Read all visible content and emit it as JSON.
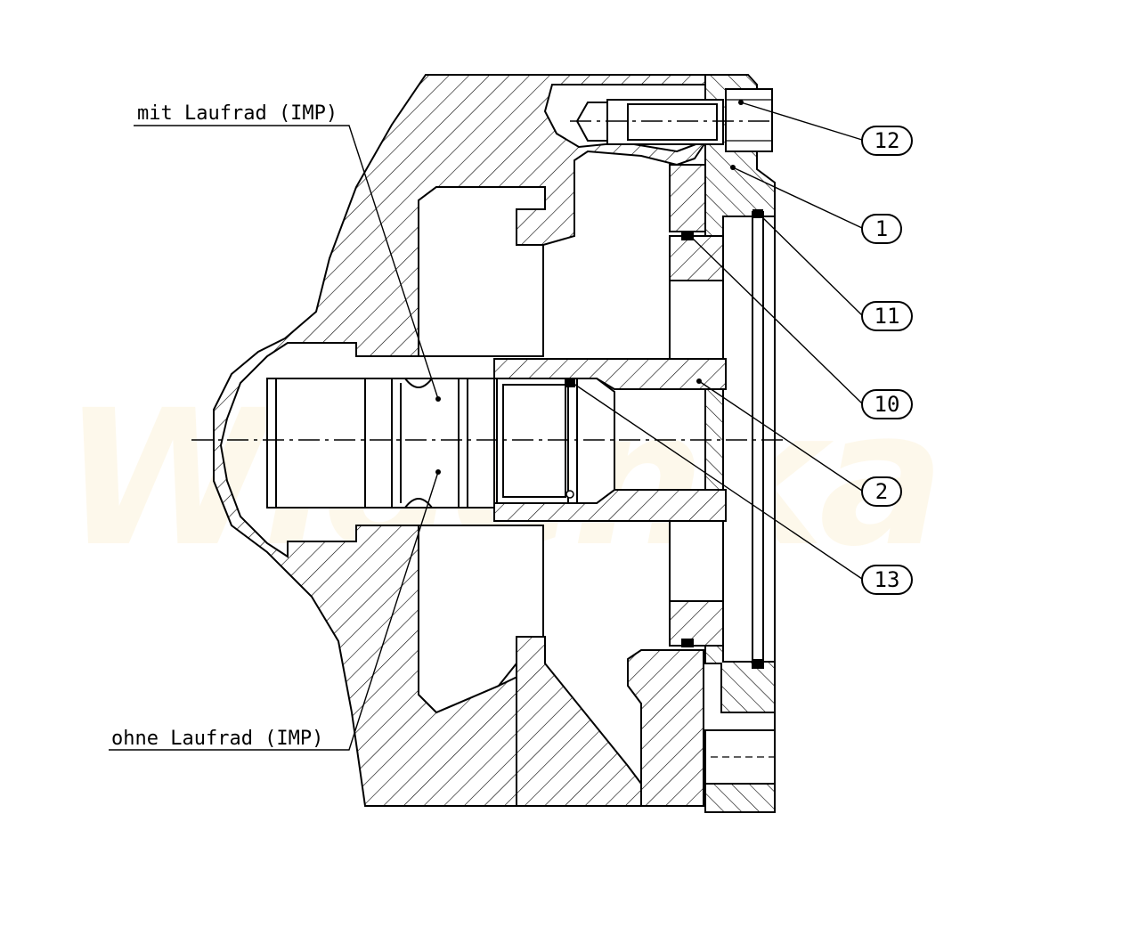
{
  "diagram": {
    "watermark": "Widenka",
    "callouts": [
      {
        "id": "c12",
        "number": "12"
      },
      {
        "id": "c1",
        "number": "1"
      },
      {
        "id": "c11",
        "number": "11"
      },
      {
        "id": "c10",
        "number": "10"
      },
      {
        "id": "c2",
        "number": "2"
      },
      {
        "id": "c13",
        "number": "13"
      }
    ],
    "labels": {
      "with_impeller": "mit Laufrad (IMP)",
      "without_impeller": "ohne Laufrad (IMP)"
    }
  }
}
